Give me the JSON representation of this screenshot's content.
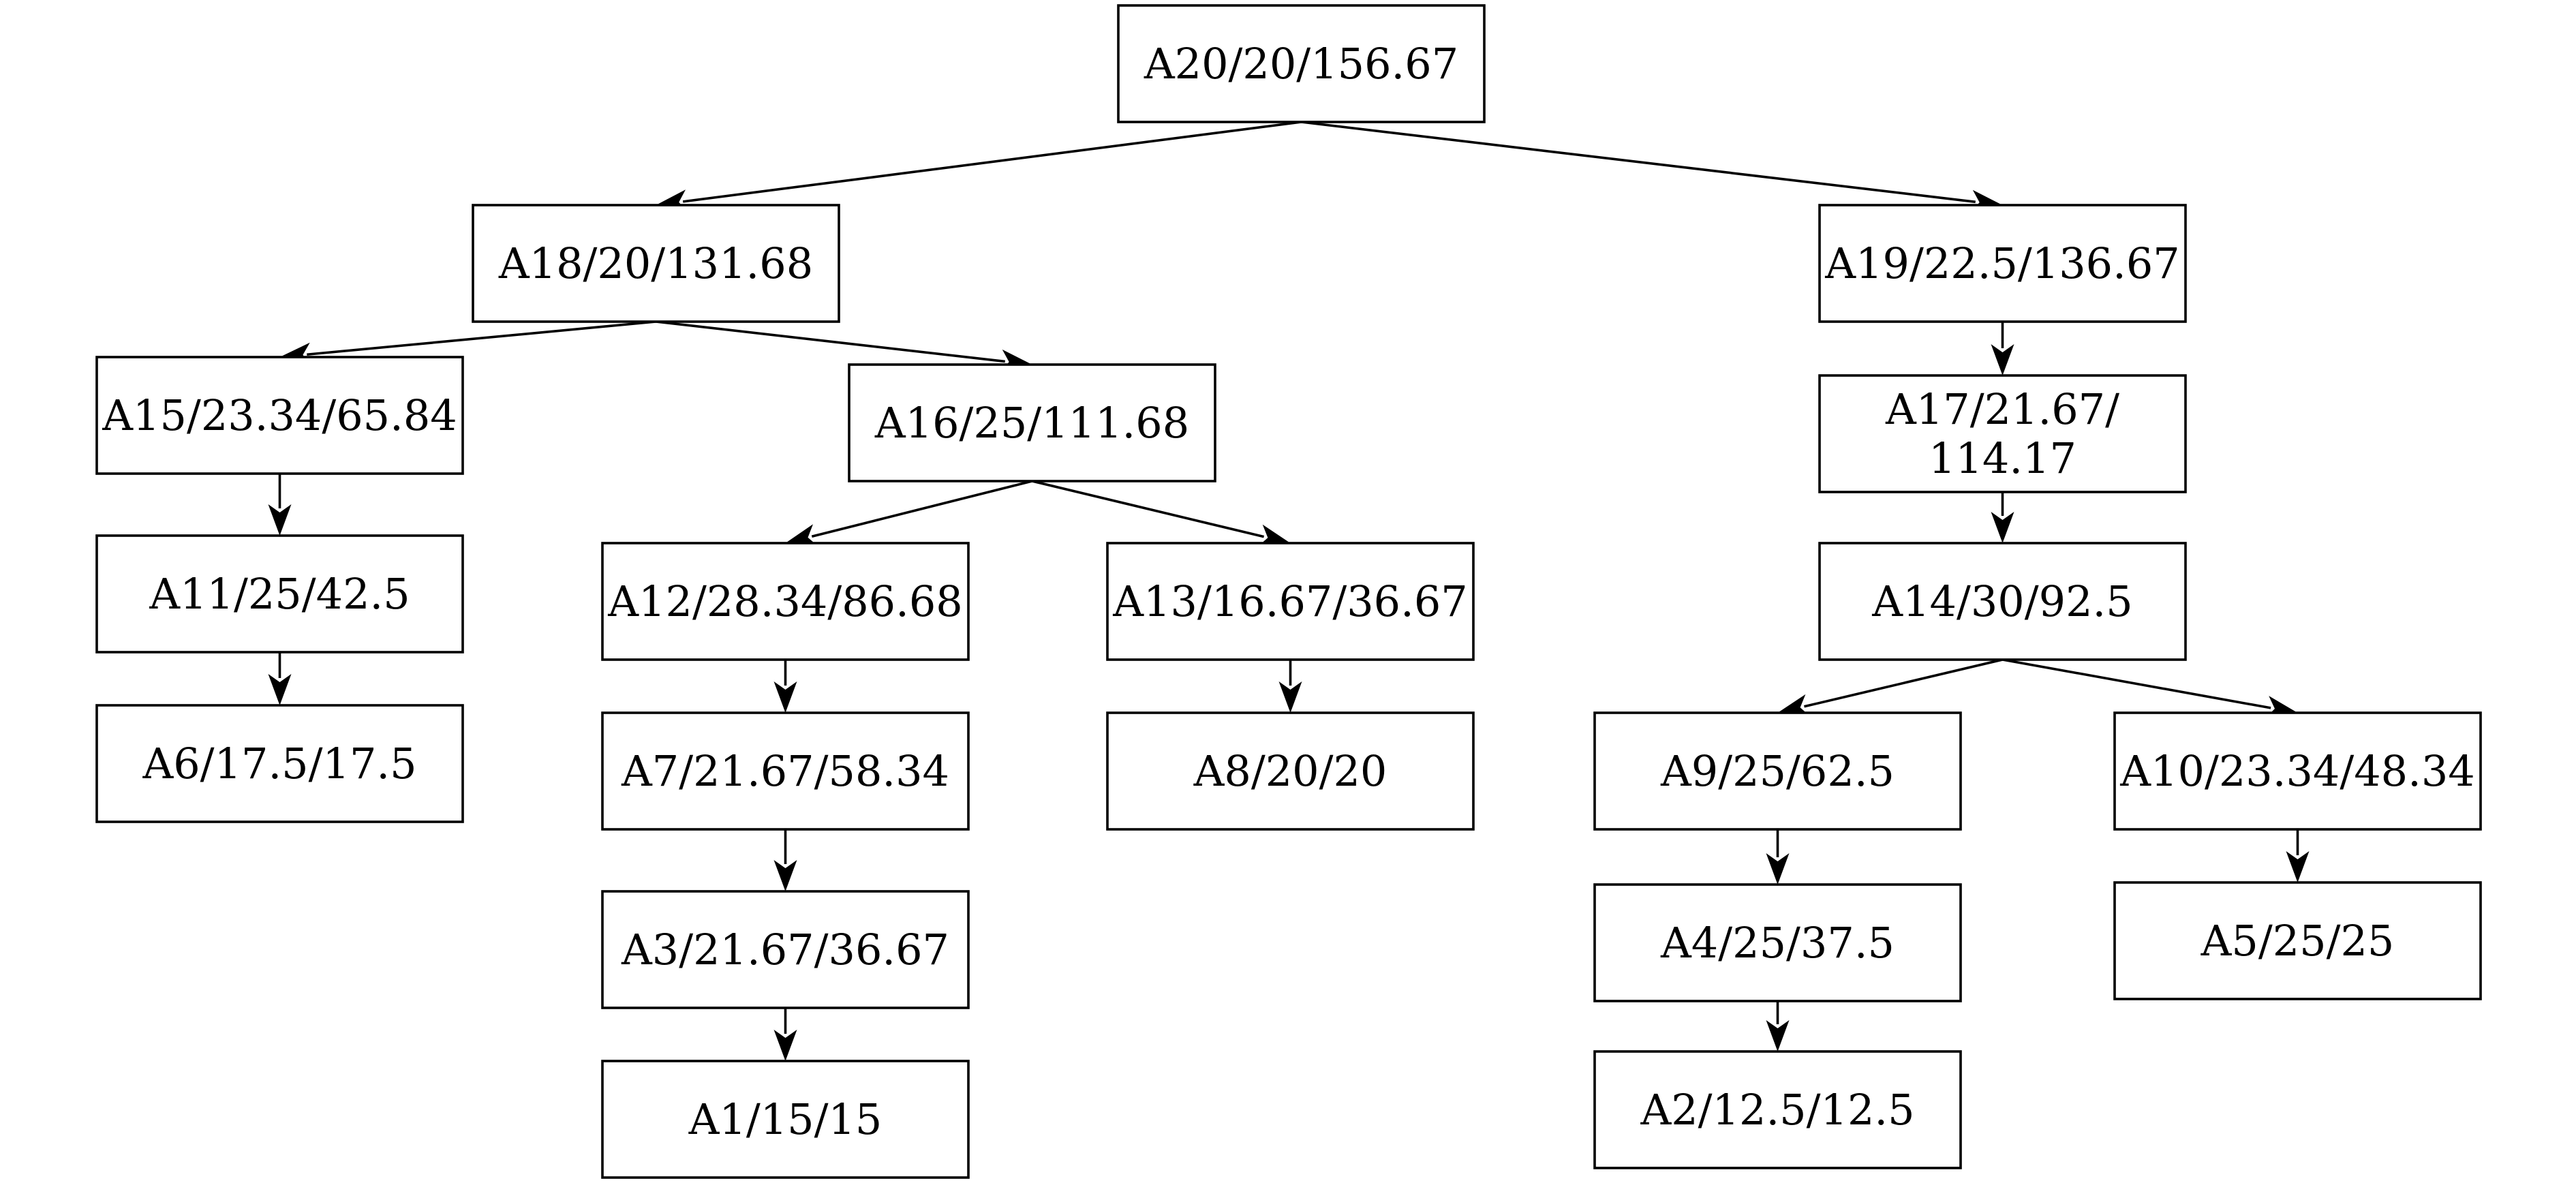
{
  "diagram": {
    "type": "tree",
    "nodes": {
      "A20": {
        "lines": [
          "A20/20/156.67"
        ]
      },
      "A18": {
        "lines": [
          "A18/20/131.68"
        ]
      },
      "A19": {
        "lines": [
          "A19/22.5/136.67"
        ]
      },
      "A15": {
        "lines": [
          "A15/23.34/65.84"
        ]
      },
      "A16": {
        "lines": [
          "A16/25/111.68"
        ]
      },
      "A17": {
        "lines": [
          "A17/21.67/",
          "114.17"
        ]
      },
      "A11": {
        "lines": [
          "A11/25/42.5"
        ]
      },
      "A12": {
        "lines": [
          "A12/28.34/86.68"
        ]
      },
      "A13": {
        "lines": [
          "A13/16.67/36.67"
        ]
      },
      "A14": {
        "lines": [
          "A14/30/92.5"
        ]
      },
      "A6": {
        "lines": [
          "A6/17.5/17.5"
        ]
      },
      "A7": {
        "lines": [
          "A7/21.67/58.34"
        ]
      },
      "A8": {
        "lines": [
          "A8/20/20"
        ]
      },
      "A9": {
        "lines": [
          "A9/25/62.5"
        ]
      },
      "A10": {
        "lines": [
          "A10/23.34/48.34"
        ]
      },
      "A3": {
        "lines": [
          "A3/21.67/36.67"
        ]
      },
      "A4": {
        "lines": [
          "A4/25/37.5"
        ]
      },
      "A5": {
        "lines": [
          "A5/25/25"
        ]
      },
      "A1": {
        "lines": [
          "A1/15/15"
        ]
      },
      "A2": {
        "lines": [
          "A2/12.5/12.5"
        ]
      }
    },
    "edges": [
      {
        "from": "A20",
        "to": "A18"
      },
      {
        "from": "A20",
        "to": "A19"
      },
      {
        "from": "A18",
        "to": "A15"
      },
      {
        "from": "A18",
        "to": "A16"
      },
      {
        "from": "A19",
        "to": "A17"
      },
      {
        "from": "A15",
        "to": "A11"
      },
      {
        "from": "A11",
        "to": "A6"
      },
      {
        "from": "A16",
        "to": "A12"
      },
      {
        "from": "A16",
        "to": "A13"
      },
      {
        "from": "A12",
        "to": "A7"
      },
      {
        "from": "A7",
        "to": "A3"
      },
      {
        "from": "A3",
        "to": "A1"
      },
      {
        "from": "A13",
        "to": "A8"
      },
      {
        "from": "A17",
        "to": "A14"
      },
      {
        "from": "A14",
        "to": "A9"
      },
      {
        "from": "A14",
        "to": "A10"
      },
      {
        "from": "A9",
        "to": "A4"
      },
      {
        "from": "A4",
        "to": "A2"
      },
      {
        "from": "A10",
        "to": "A5"
      }
    ]
  }
}
